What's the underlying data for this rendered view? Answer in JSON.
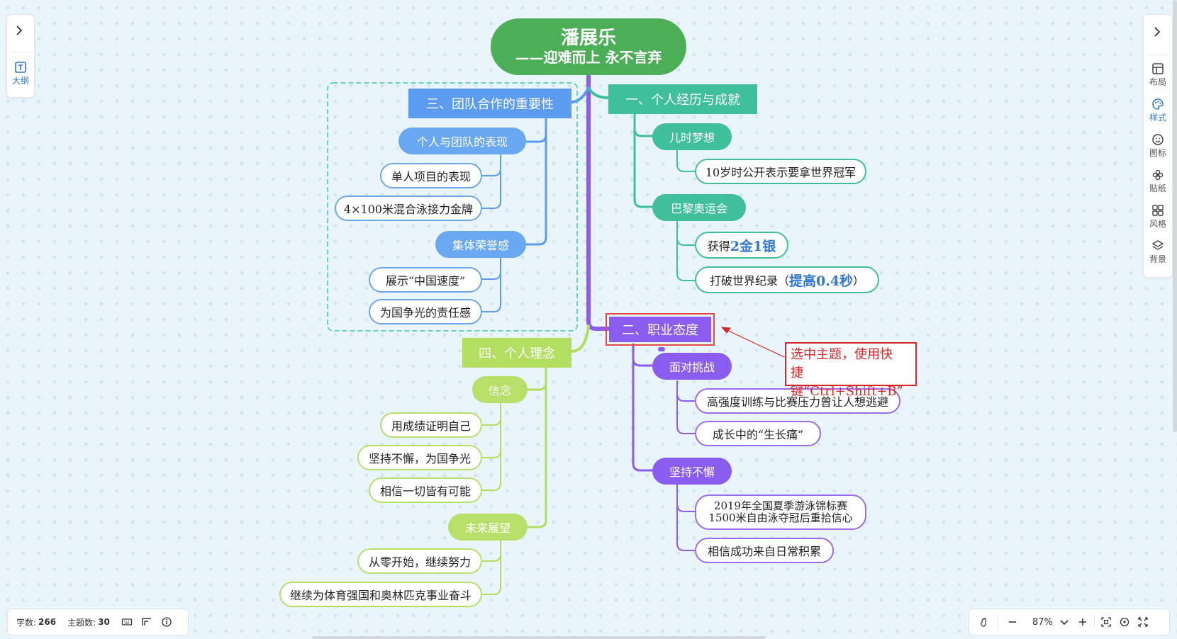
{
  "root": {
    "title": "潘展乐",
    "subtitle": "——迎难而上 永不言弃"
  },
  "branch1": {
    "label": "一、个人经历与成就",
    "children": [
      {
        "label": "儿时梦想",
        "leaves": [
          "10岁时公开表示要拿世界冠军"
        ]
      },
      {
        "label": "巴黎奥运会",
        "leaves_rich": [
          {
            "pre": "获得",
            "hl": "2金1银",
            "post": ""
          },
          {
            "pre": "打破世界纪录（",
            "hl": "提高0.4秒",
            "post": "）"
          }
        ]
      }
    ]
  },
  "branch2": {
    "label": "二、职业态度",
    "children": [
      {
        "label": "面对挑战",
        "leaves": [
          "高强度训练与比赛压力曾让人想逃避",
          "成长中的“生长痛”"
        ]
      },
      {
        "label": "坚持不懈",
        "leaves": [
          "2019年全国夏季游泳锦标赛",
          "1500米自由泳夺冠后重拾信心",
          "相信成功来自日常积累"
        ]
      }
    ]
  },
  "branch3": {
    "label": "三、团队合作的重要性",
    "children": [
      {
        "label": "个人与团队的表现",
        "leaves": [
          "单人项目的表现",
          "4×100米混合泳接力金牌"
        ]
      },
      {
        "label": "集体荣誉感",
        "leaves": [
          "展示“中国速度”",
          "为国争光的责任感"
        ]
      }
    ]
  },
  "branch4": {
    "label": "四、个人理念",
    "children": [
      {
        "label": "信念",
        "leaves": [
          "用成绩证明自己",
          "坚持不懈，为国争光",
          "相信一切皆有可能"
        ]
      },
      {
        "label": "未来展望",
        "leaves": [
          "从零开始，继续努力",
          "继续为体育强国和奥林匹克事业奋斗"
        ]
      }
    ]
  },
  "annotation": {
    "line1": "选中主题，使用快",
    "line2": "捷键“Ctrl+Shift+B”"
  },
  "left_panel": {
    "outline_label": "大纲",
    "outline_icon": "text-t-icon",
    "expand_icon": "chevron-right-icon"
  },
  "right_panel": {
    "items": [
      {
        "label": "布局",
        "icon": "layout-icon"
      },
      {
        "label": "样式",
        "icon": "palette-icon"
      },
      {
        "label": "图标",
        "icon": "smile-icon"
      },
      {
        "label": "贴纸",
        "icon": "flower-icon"
      },
      {
        "label": "风格",
        "icon": "grid-icon"
      },
      {
        "label": "背景",
        "icon": "layers-icon"
      }
    ]
  },
  "status": {
    "word_count_label": "字数:",
    "word_count": "266",
    "topic_count_label": "主题数:",
    "topic_count": "30"
  },
  "zoom": {
    "value": "87%"
  },
  "colors": {
    "root": "#4caf57",
    "teal": "#3fbf9a",
    "blue": "#5b9cf0",
    "purple": "#8b5cf0",
    "green": "#b2df5f",
    "accent": "#2f77d2",
    "annotation": "#d9262a"
  }
}
